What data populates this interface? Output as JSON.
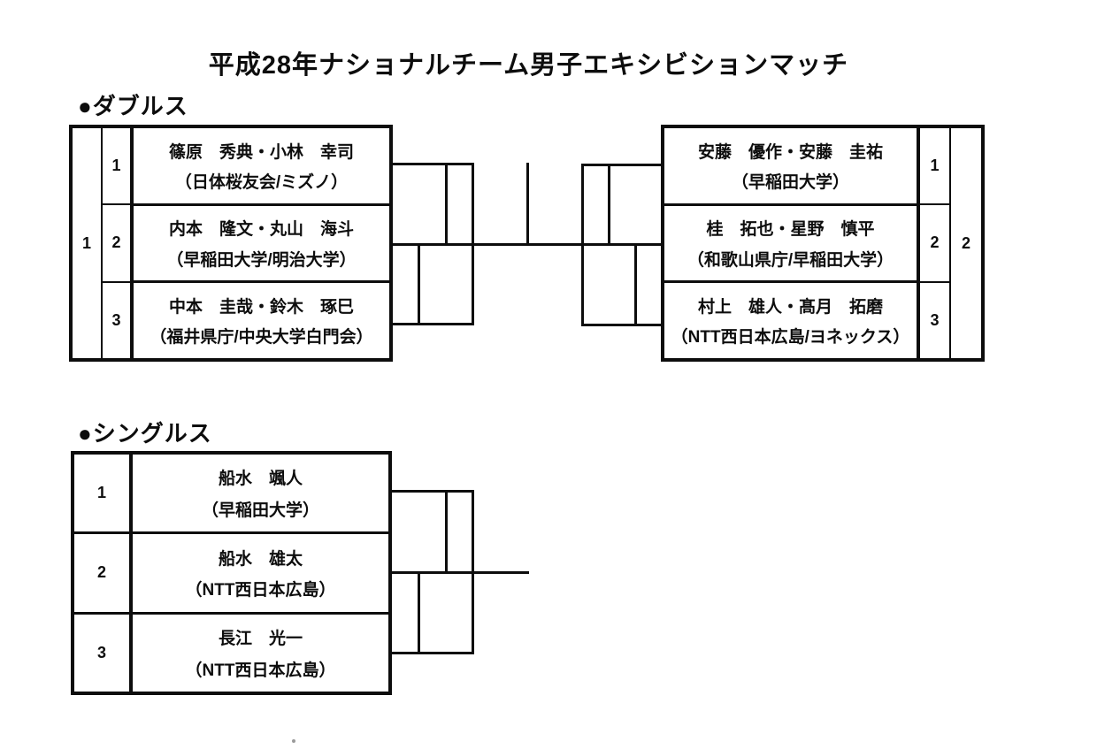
{
  "title": "平成28年ナショナルチーム男子エキシビションマッチ",
  "sections": {
    "doubles": {
      "header": "●ダブルス",
      "left": {
        "group_seed": "1",
        "entries": [
          {
            "no": "1",
            "names": "篠原　秀典・小林　幸司",
            "affiliation": "（日体桜友会/ミズノ）"
          },
          {
            "no": "2",
            "names": "内本　隆文・丸山　海斗",
            "affiliation": "（早稲田大学/明治大学）"
          },
          {
            "no": "3",
            "names": "中本　圭哉・鈴木　琢巳",
            "affiliation": "（福井県庁/中央大学白門会）"
          }
        ]
      },
      "right": {
        "group_seed": "2",
        "entries": [
          {
            "no": "1",
            "names": "安藤　優作・安藤　圭祐",
            "affiliation": "（早稲田大学）"
          },
          {
            "no": "2",
            "names": "桂　拓也・星野　慎平",
            "affiliation": "（和歌山県庁/早稲田大学）"
          },
          {
            "no": "3",
            "names": "村上　雄人・髙月　拓磨",
            "affiliation": "（NTT西日本広島/ヨネックス）"
          }
        ]
      }
    },
    "singles": {
      "header": "●シングルス",
      "entries": [
        {
          "no": "1",
          "names": "船水　颯人",
          "affiliation": "（早稲田大学）"
        },
        {
          "no": "2",
          "names": "船水　雄太",
          "affiliation": "（NTT西日本広島）"
        },
        {
          "no": "3",
          "names": "長江　光一",
          "affiliation": "（NTT西日本広島）"
        }
      ]
    }
  },
  "colors": {
    "ink": "#0d0d0d",
    "paper": "#ffffff"
  }
}
